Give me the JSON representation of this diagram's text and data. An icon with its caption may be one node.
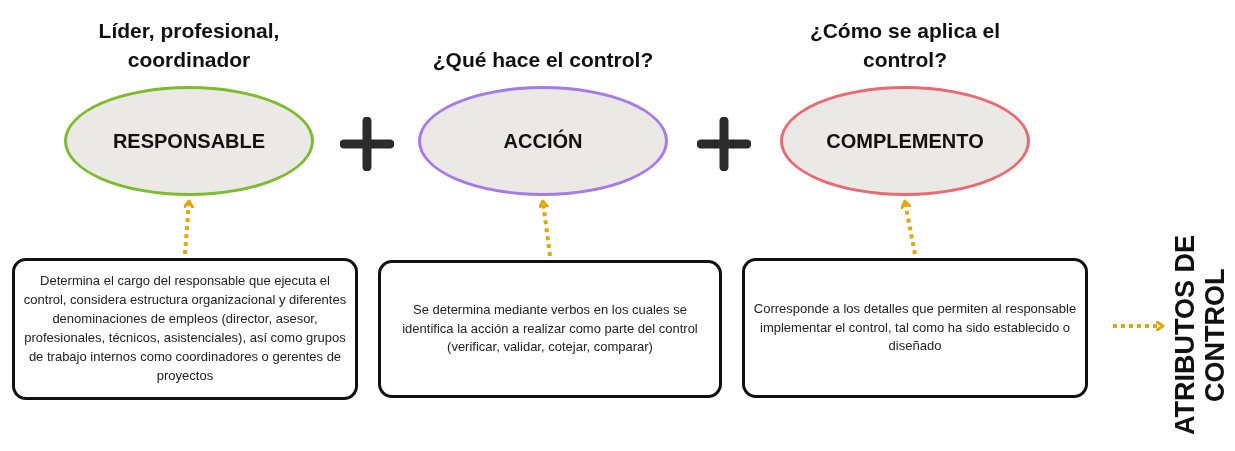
{
  "diagram": {
    "nodes": [
      {
        "text": [
          "Líder, profesional, coordinador",
          "RESPONSABLE"
        ]
      },
      {
        "text": [
          "¿Qué hace el control?",
          "ACCIÓN"
        ]
      },
      {
        "text": [
          "¿Cómo se aplica el control?",
          "COMPLEMENTO"
        ]
      },
      {
        "text": [
          "Determina el cargo del responsable que ejecuta el control, considera estructura organizacional y diferentes denominaciones de empleos (director, asesor, profesionales, técnicos, asistenciales), así como grupos de trabajo internos como coordinadores o gerentes de proyectos"
        ]
      },
      {
        "text": [
          "Se determina mediante verbos en  los cuales se identifica la acción a realizar como parte del control (verificar, validar, cotejar, comparar)"
        ]
      },
      {
        "text": [
          "Corresponde a los detalles que permiten al responsable implementar el control, tal como ha sido establecido o diseñado"
        ]
      },
      {
        "text": [
          "ATRIBUTOS DE CONTROL"
        ]
      }
    ],
    "edges": [
      {
        "from": 3,
        "to": 0,
        "arrow": "to",
        "style": "dashed"
      },
      {
        "from": 4,
        "to": 1,
        "arrow": "to",
        "style": "dashed"
      },
      {
        "from": 5,
        "to": 2,
        "arrow": "to",
        "style": "dashed"
      },
      {
        "from": null,
        "to": 6,
        "arrow": "to",
        "style": "dashed"
      }
    ]
  }
}
